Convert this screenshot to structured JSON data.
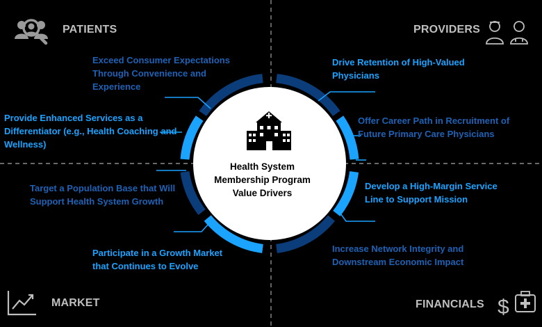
{
  "center": {
    "icon": "hospital-icon",
    "title_lines": [
      "Health System",
      "Membership Program",
      "Value Drivers"
    ]
  },
  "quadrants": {
    "top_left": {
      "label": "PATIENTS",
      "icon": "patients-icon"
    },
    "top_right": {
      "label": "PROVIDERS",
      "icon": "doctors-icon"
    },
    "bottom_left": {
      "label": "MARKET",
      "icon": "growth-chart-icon"
    },
    "bottom_right": {
      "label": "FINANCIALS",
      "icon": "dollar-medical-case-icon"
    }
  },
  "drivers": [
    "Exceed Consumer Expectations Through Convenience and Experience",
    "Provide Enhanced  Services as a Differentiator (e.g., Health Coaching and Wellness)",
    "Target a Population Base that Will Support Health System Growth",
    "Participate in a Growth Market that Continues to Evolve",
    "Drive Retention of High-Valued Physicians",
    "Offer Career Path in Recruitment of Future Primary Care Physicians",
    "Develop a High-Margin Service Line to Support Mission",
    "Increase Network Integrity and Downstream Economic Impact"
  ],
  "colors": {
    "background": "#000000",
    "bright_blue": "#1aa3ff",
    "dark_blue": "#1f62b5",
    "ring_dark": "#0b3d7a",
    "label_gray": "#bfbfbf"
  }
}
